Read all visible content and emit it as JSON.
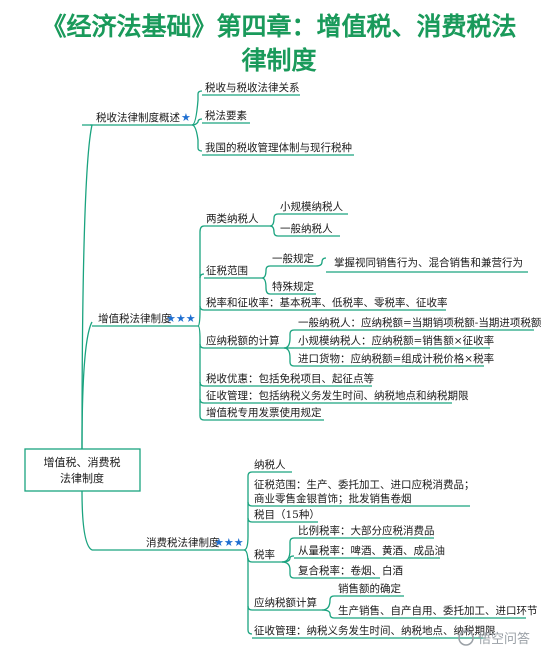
{
  "title": {
    "line1": "《经济法基础》第四章：增值税、消费税法",
    "line2": "律制度"
  },
  "root": {
    "line1": "增值税、消费税",
    "line2": "法律制度"
  },
  "branch1": {
    "label": "税收法律制度概述",
    "stars": "★",
    "items": [
      "税收与税收法律关系",
      "税法要素",
      "我国的税收管理体制与现行税种"
    ]
  },
  "branch2": {
    "label": "增值税法律制度",
    "stars": "★★★",
    "taxpayers": {
      "label": "两类纳税人",
      "items": [
        "小规模纳税人",
        "一般纳税人"
      ]
    },
    "scope": {
      "label": "征税范围",
      "general": "一般规定",
      "general_detail": "掌握视同销售行为、混合销售和兼营行为",
      "special": "特殊规定"
    },
    "rates": "税率和征收率：基本税率、低税率、零税率、征收率",
    "calc": {
      "label": "应纳税额的计算",
      "items": [
        "一般纳税人：应纳税额=当期销项税额-当期进项税额",
        "小规模纳税人：应纳税额=销售额×征收率",
        "进口货物：应纳税额=组成计税价格×税率"
      ]
    },
    "preferential": "税收优惠：包括免税项目、起征点等",
    "admin": "征收管理：包括纳税义务发生时间、纳税地点和纳税期限",
    "invoice": "增值税专用发票使用规定"
  },
  "branch3": {
    "label": "消费税法律制度",
    "stars": "★★★",
    "taxpayer": "纳税人",
    "scope_line1": "征税范围：生产、委托加工、进口应税消费品；",
    "scope_line2": "商业零售金银首饰；批发销售卷烟",
    "items_count": "税目（15种）",
    "rate": {
      "label": "税率",
      "items": [
        "比例税率：大部分应税消费品",
        "从量税率：啤酒、黄酒、成品油",
        "复合税率：卷烟、白酒"
      ]
    },
    "calc": {
      "label": "应纳税额计算",
      "items": [
        "销售额的确定",
        "生产销售、自产自用、委托加工、进口环节"
      ]
    },
    "admin": "征收管理：纳税义务发生时间、纳税地点、纳税期限"
  },
  "watermark": "悟空问答"
}
